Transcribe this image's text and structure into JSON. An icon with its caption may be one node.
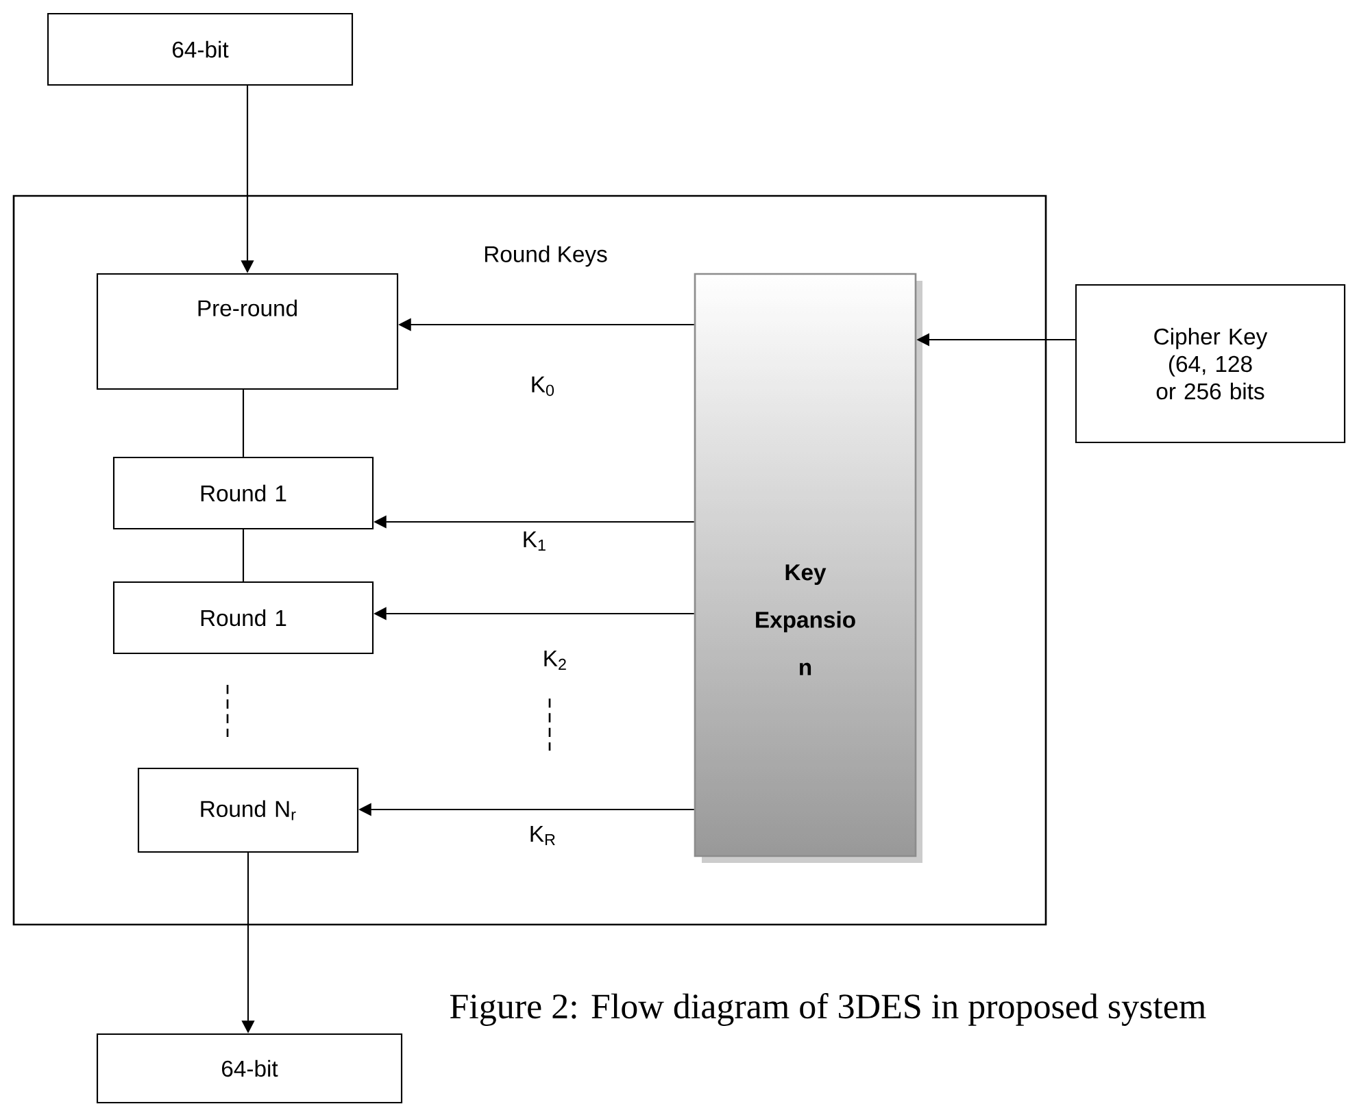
{
  "diagram": {
    "caption": "Figure 2: Flow diagram of 3DES in proposed system",
    "nodes": [
      {
        "text": [
          "64-bit"
        ]
      },
      {
        "text": [],
        "shape": "box"
      },
      {
        "text": [
          "Pre-round"
        ],
        "in": 1
      },
      {
        "text": [
          "Round 1"
        ],
        "in": 1
      },
      {
        "text": [
          "Round 1"
        ],
        "in": 1
      },
      {
        "text": [
          "Round N$_{r}$"
        ],
        "in": 1
      },
      {
        "text": [
          "Key Expansio n"
        ],
        "in": 1
      },
      {
        "text": [
          "Cipher Key (64, 128 or 256 bits"
        ]
      },
      {
        "text": [
          "64-bit"
        ]
      }
    ],
    "edges": [
      {
        "from": 0,
        "to": 2,
        "arrow": "to"
      },
      {
        "from": 2,
        "to": 3,
        "arrow": "none"
      },
      {
        "from": 3,
        "to": 4,
        "arrow": "none"
      },
      {
        "from": 5,
        "to": 8,
        "arrow": "to"
      },
      {
        "from": 6,
        "to": 2,
        "arrow": "to",
        "label": "K$_{0}$"
      },
      {
        "from": 6,
        "to": 3,
        "arrow": "to",
        "label": "K$_{1}$"
      },
      {
        "from": 6,
        "to": 4,
        "arrow": "to",
        "label": "K$_{2}$"
      },
      {
        "from": 6,
        "to": 5,
        "arrow": "to",
        "label": "K$_{R}$"
      },
      {
        "from": 7,
        "to": 6,
        "arrow": "to"
      }
    ],
    "labels": [
      "Round Keys"
    ]
  }
}
